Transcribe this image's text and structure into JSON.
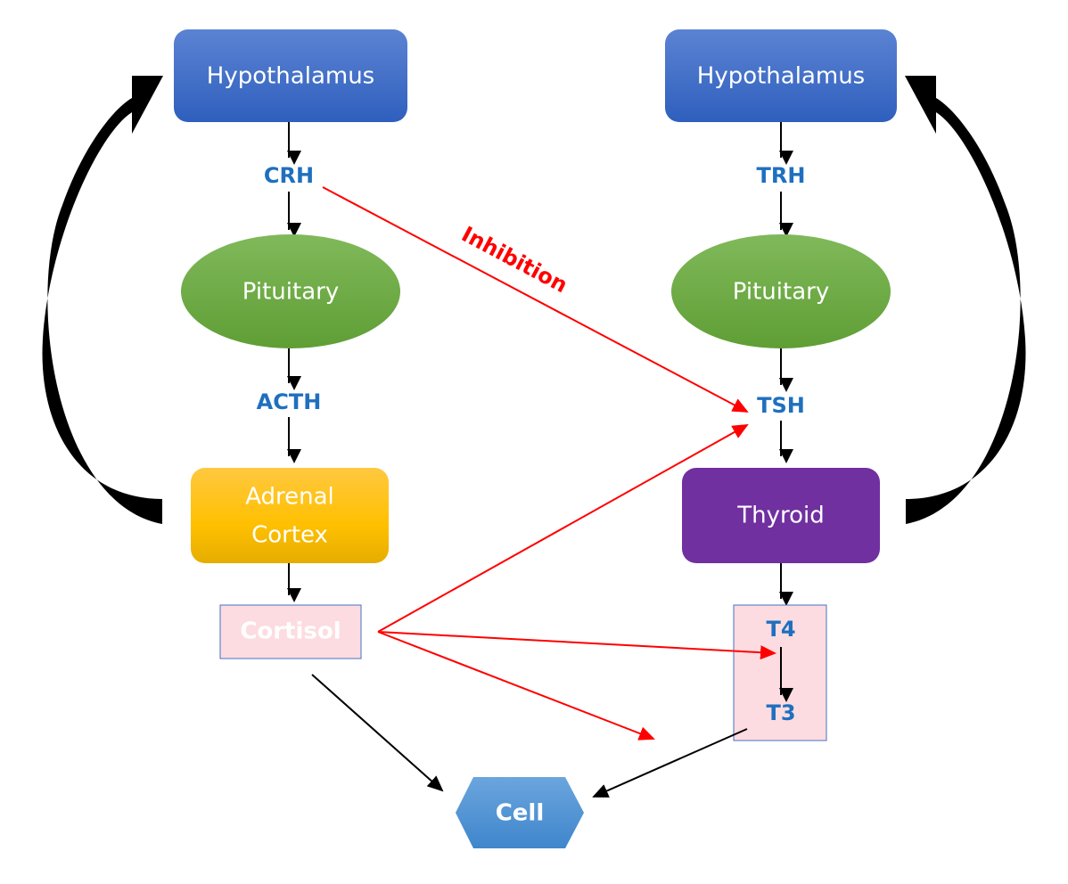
{
  "left_axis": {
    "hypothalamus": "Hypothalamus",
    "releasing_hormone": "CRH",
    "pituitary": "Pituitary",
    "tropic_hormone": "ACTH",
    "gland_line1": "Adrenal",
    "gland_line2": "Cortex",
    "product": "Cortisol"
  },
  "right_axis": {
    "hypothalamus": "Hypothalamus",
    "releasing_hormone": "TRH",
    "pituitary": "Pituitary",
    "tropic_hormone": "TSH",
    "gland": "Thyroid",
    "product_1": "T4",
    "product_2": "T3"
  },
  "target": "Cell",
  "inhibition_label": "Inhibition",
  "colors": {
    "hypothalamus": "#4472c4",
    "pituitary": "#70ad47",
    "adrenal": "#ffc000",
    "thyroid": "#7030a0",
    "hormone_text": "#1f6fbf",
    "inhibition": "#ff0000",
    "product_box": "#fcdce0",
    "cell": "#5b9bd5"
  }
}
